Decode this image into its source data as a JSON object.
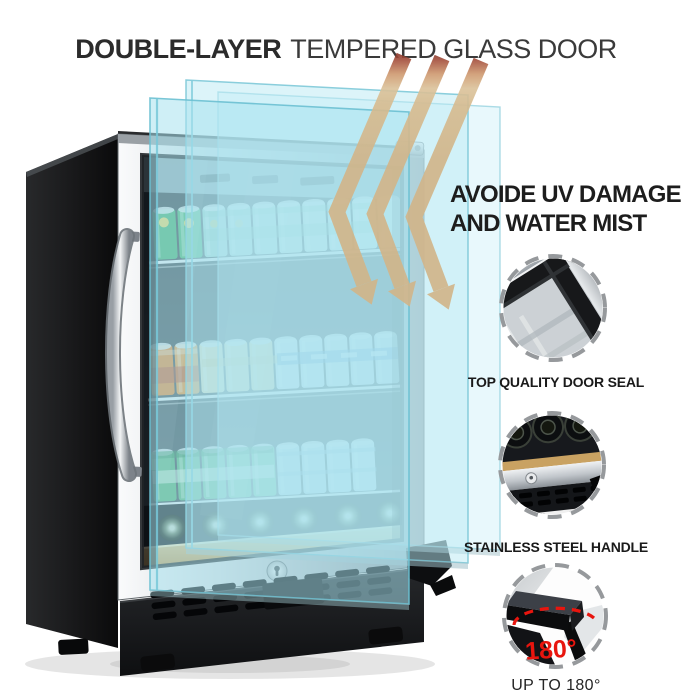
{
  "title": {
    "bold": "DOUBLE-LAYER",
    "regular": "TEMPERED GLASS DOOR"
  },
  "headline": {
    "line1": "AVOIDE UV DAMAGE",
    "line2": "AND WATER MIST"
  },
  "features": [
    {
      "label": "TOP QUALITY DOOR SEAL"
    },
    {
      "label": "STAINLESS STEEL HANDLE"
    },
    {
      "label": "UP TO 180°",
      "callout": "180°"
    }
  ],
  "colors": {
    "accent_red": "#e8150e",
    "arrow_tan": "#d2b589",
    "glass_tint": "#bfe9f2",
    "steel": "#c6cbd0",
    "text_dark": "#1d1d1d"
  },
  "icons": {
    "uv_arrows": "uv-arrows-icon",
    "glass_panes": "glass-pane-icon",
    "dashed_circle": "dashed-circle-icon",
    "angle_arc": "angle-arc-icon"
  }
}
